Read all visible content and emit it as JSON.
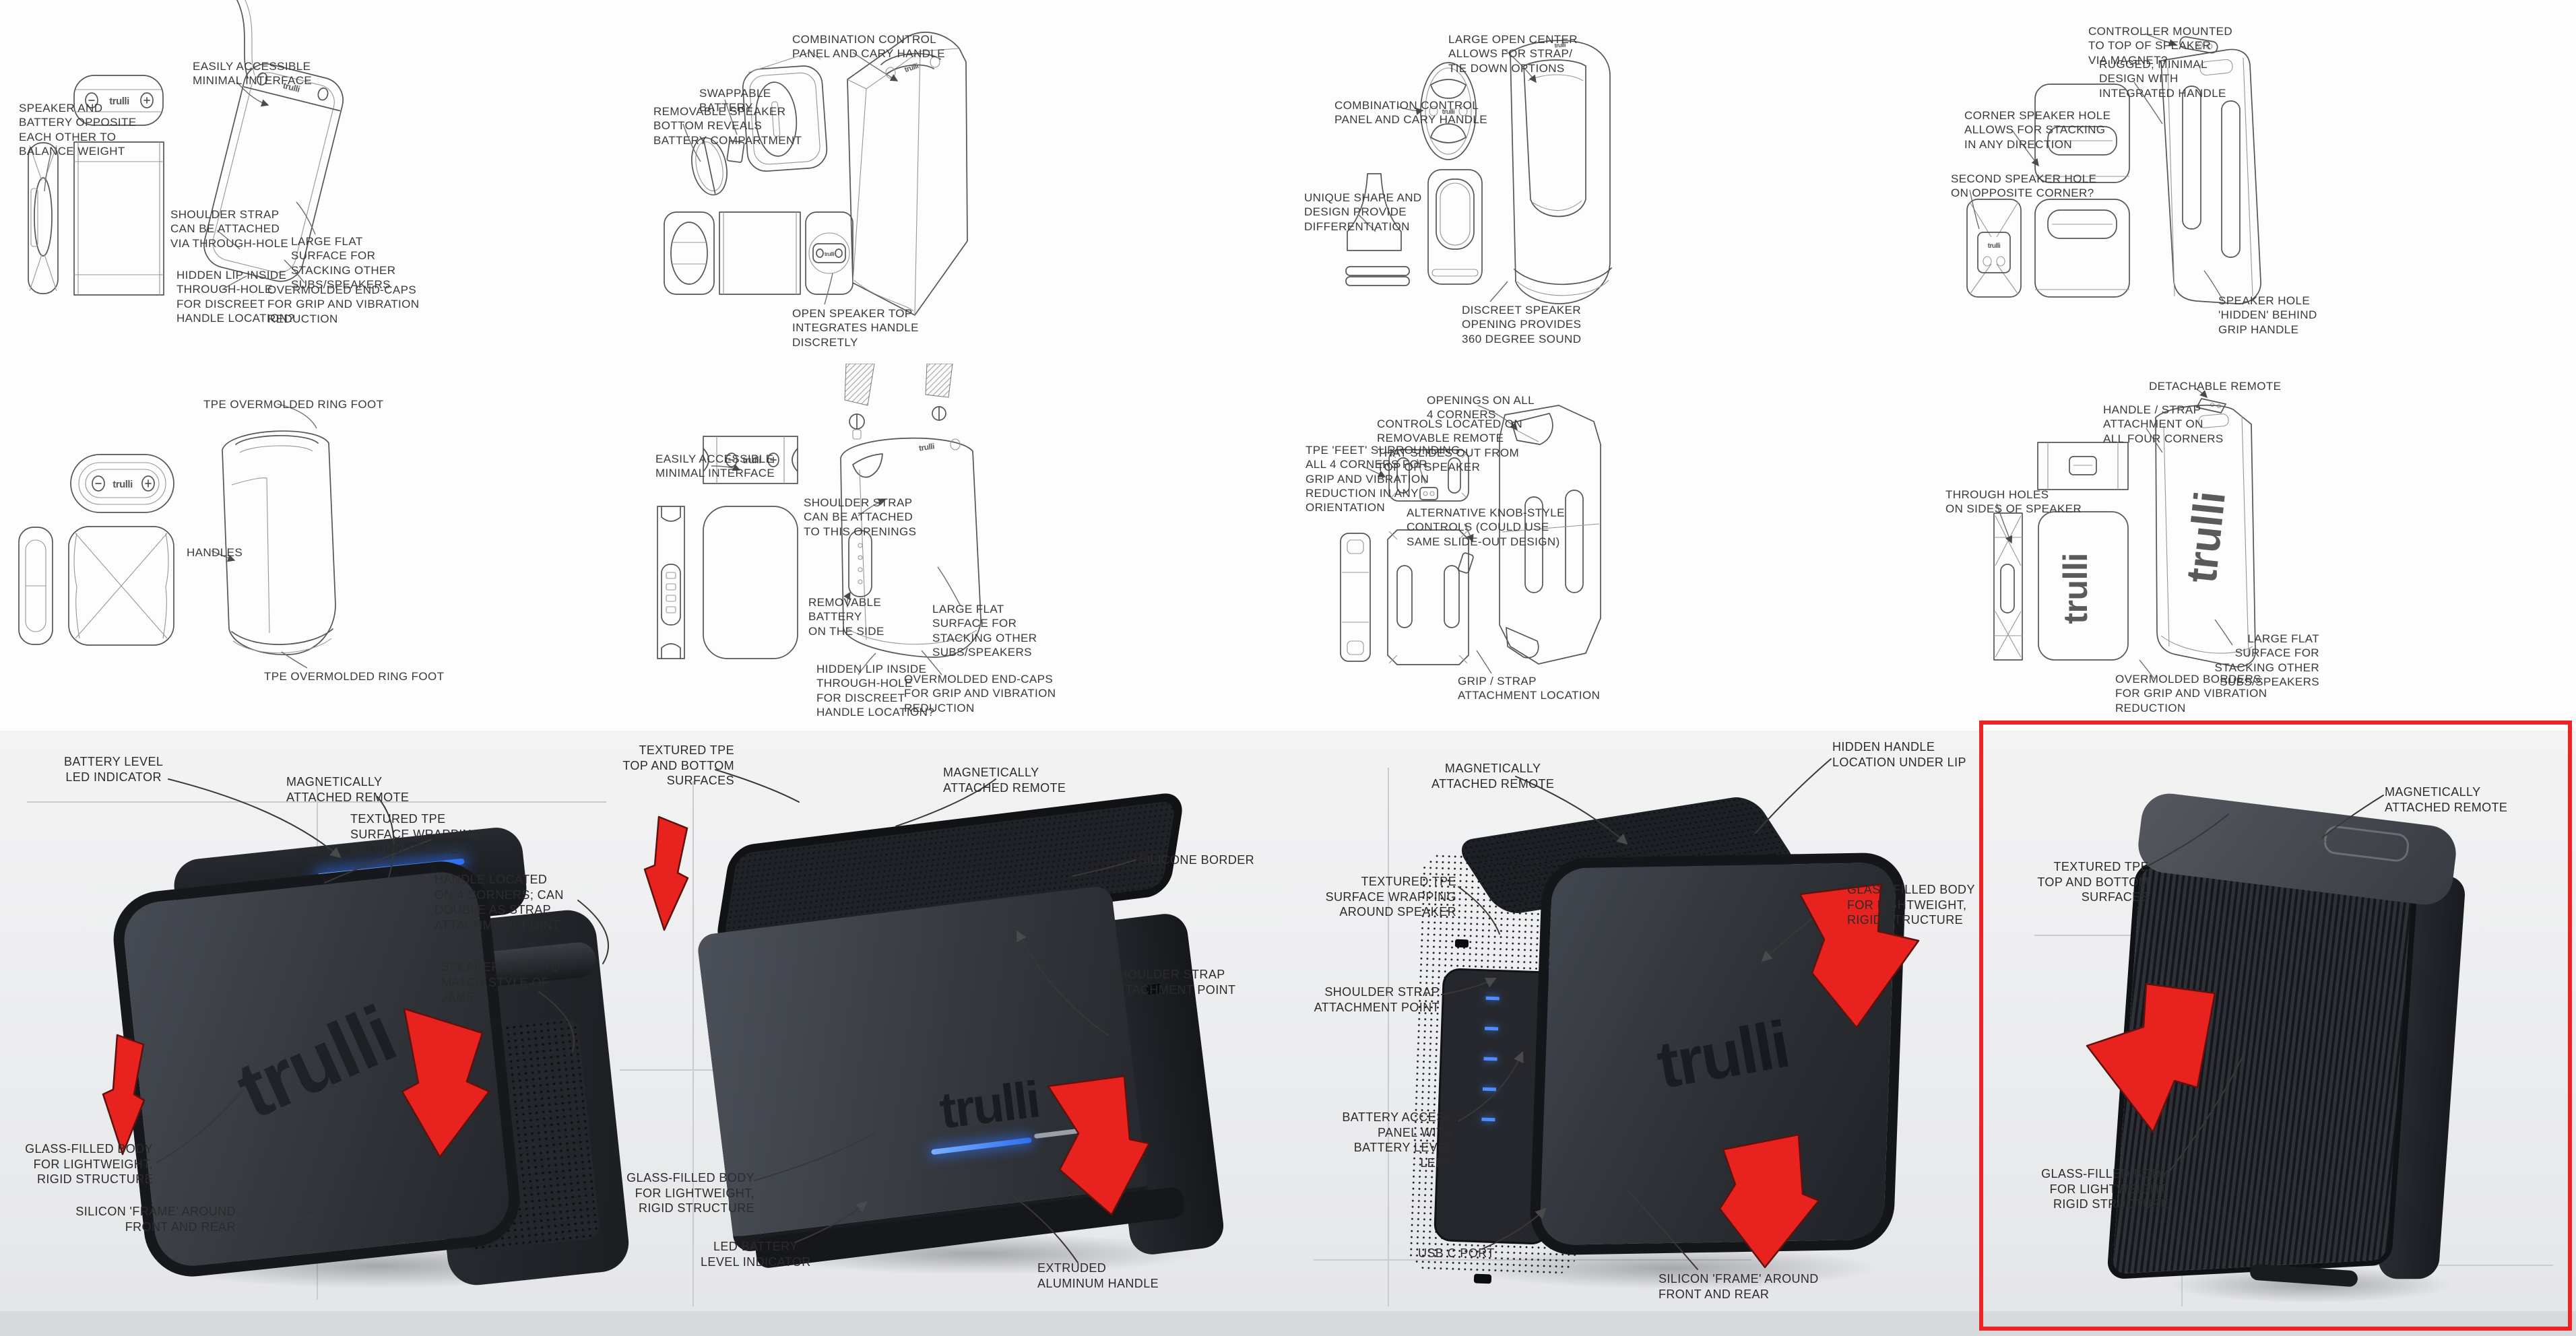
{
  "brand": "trulli",
  "controls": {
    "minus": "−",
    "plus": "+"
  },
  "colors": {
    "arrow_red": "#e8231f",
    "selection_red": "#ee2424",
    "led_blue": "#3b82f6",
    "ink": "#3a3a3a",
    "sketch_line": "#555555",
    "render_bg": "#ececee",
    "body_dark": "#26282d"
  },
  "selection": {
    "selected_render_index": 3
  },
  "sketch_panels": [
    {
      "id": "opposed-driver-battery",
      "annotations": [
        "SPEAKER AND\nBATTERY OPPOSITE\nEACH OTHER TO\nBALANCE WEIGHT",
        "EASILY ACCESSIBLE\nMINIMAL INTERFACE",
        "SHOULDER STRAP\nCAN BE ATTACHED\nVIA THROUGH-HOLE",
        "HIDDEN LIP INSIDE\nTHROUGH-HOLE\nFOR DISCREET\nHANDLE LOCATION?",
        "LARGE FLAT\nSURFACE FOR\nSTACKING OTHER\nSUBS/SPEAKERS",
        "OVERMOLDED END-CAPS\nFOR GRIP AND VIBRATION\nREDUCTION"
      ]
    },
    {
      "id": "swappable-battery",
      "annotations": [
        "SWAPPABLE\nBATTERY",
        "REMOVABLE SPEAKER\nBOTTOM REVEALS\nBATTERY COMPARTMENT",
        "COMBINATION CONTROL\nPANEL AND CARY HANDLE",
        "OPEN SPEAKER TOP\nINTEGRATES HANDLE\nDISCRETLY"
      ]
    },
    {
      "id": "open-center",
      "annotations": [
        "LARGE OPEN CENTER\nALLOWS FOR STRAP/\nTIE DOWN OPTIONS",
        "COMBINATION CONTROL\nPANEL AND CARY HANDLE",
        "UNIQUE SHAPE AND\nDESIGN PROVIDE\nDIFFERENTIATION",
        "DISCREET SPEAKER\nOPENING PROVIDES\n360 DEGREE SOUND"
      ]
    },
    {
      "id": "rugged-tower",
      "annotations": [
        "CONTROLLER MOUNTED\nTO TOP OF SPEAKER\nVIA MAGNET?",
        "RUGGED, MINIMAL\nDESIGN WITH\nINTEGRATED HANDLE",
        "CORNER SPEAKER HOLE\nALLOWS FOR STACKING\nIN ANY DIRECTION",
        "SECOND SPEAKER HOLE\nON OPPOSITE CORNER?",
        "SPEAKER HOLE\n'HIDDEN' BEHIND\nGRIP HANDLE"
      ]
    },
    {
      "id": "ring-foot",
      "annotations": [
        "TPE OVERMOLDED RING FOOT",
        "HANDLES",
        "TPE OVERMOLDED RING FOOT"
      ]
    },
    {
      "id": "strap-openings",
      "annotations": [
        "EASILY ACCESSIBLE\nMINIMAL INTERFACE",
        "SHOULDER STRAP\nCAN BE ATTACHED\nTO THIS OPENINGS",
        "REMOVABLE\nBATTERY\nON THE SIDE",
        "HIDDEN LIP INSIDE\nTHROUGH-HOLE\nFOR DISCREET\nHANDLE LOCATION?",
        "LARGE FLAT\nSURFACE FOR\nSTACKING OTHER\nSUBS/SPEAKERS",
        "OVERMOLDED END-CAPS\nFOR GRIP AND VIBRATION\nREDUCTION"
      ]
    },
    {
      "id": "corner-openings",
      "annotations": [
        "OPENINGS ON ALL\n4 CORNERS",
        "CONTROLS LOCATED ON\nREMOVABLE REMOTE\nTHAT SLIDES OUT FROM\nTOP OF SPEAKER",
        "TPE 'FEET' SURROUNDING\nALL 4 CORNERS FOR\nGRIP AND VIBRATION\nREDUCTION IN ANY\nORIENTATION",
        "ALTERNATIVE KNOB-STYLE\nCONTROLS (COULD USE\nSAME SLIDE-OUT DESIGN)",
        "GRIP / STRAP\nATTACHMENT LOCATION"
      ]
    },
    {
      "id": "detachable-remote",
      "annotations": [
        "DETACHABLE REMOTE",
        "HANDLE / STRAP\nATTACHMENT ON\nALL FOUR CORNERS",
        "THROUGH HOLES\nON SIDES OF SPEAKER",
        "LARGE FLAT\nSURFACE FOR\nSTACKING OTHER\nSUBS/SPEAKERS",
        "OVERMOLDED BORDERS\nFOR GRIP AND VIBRATION\nREDUCTION"
      ]
    }
  ],
  "render_panels": [
    {
      "id": "corner-handle-render",
      "selected": false,
      "annotations": [
        "BATTERY LEVEL\nLED INDICATOR",
        "MAGNETICALLY\nATTACHED REMOTE",
        "TEXTURED TPE\nSURFACE WRAPPING\nAROUND SPEAKER",
        "HANDLE LOCATED\nON 4 CORNERS; CAN\nDOUBLE AS STRAP\nATTACHMENT POINT",
        "SPEAKER GRILL TO\nMATCH STYLE OF\nJAM5",
        "GLASS-FILLED BODY\nFOR LIGHTWEIGHT,\nRIGID STRUCTURE",
        "SILICON 'FRAME' AROUND\nFRONT AND REAR"
      ]
    },
    {
      "id": "aluminum-handle-render",
      "selected": false,
      "annotations": [
        "TEXTURED TPE\nTOP AND BOTTOM\nSURFACES",
        "MAGNETICALLY\nATTACHED REMOTE",
        "SILICONE BORDER",
        "SHOULDER STRAP\nATTACHMENT POINT",
        "GLASS-FILLED BODY\nFOR LIGHTWEIGHT,\nRIGID STRUCTURE",
        "LED BATTERY\nLEVEL INDICATOR",
        "EXTRUDED\nALUMINUM HANDLE"
      ]
    },
    {
      "id": "battery-panel-render",
      "selected": false,
      "annotations": [
        "MAGNETICALLY\nATTACHED REMOTE",
        "HIDDEN HANDLE\nLOCATION UNDER LIP",
        "TEXTURED TPE\nSURFACE WRAPPING\nAROUND SPEAKER",
        "GLASS-FILLED BODY\nFOR LIGHTWEIGHT,\nRIGID STRUCTURE",
        "SHOULDER STRAP\nATTACHMENT POINT",
        "BATTERY ACCESS\nPANEL WITH\nBATTERY LEVEL\nLEDS",
        "USB C PORT",
        "SILICON 'FRAME' AROUND\nFRONT AND REAR"
      ]
    },
    {
      "id": "ribbed-render",
      "selected": true,
      "annotations": [
        "MAGNETICALLY\nATTACHED REMOTE",
        "TEXTURED TPE\nTOP AND BOTTOM\nSURFACES",
        "GLASS-FILLED BODY\nFOR LIGHTWEIGHT,\nRIGID STRUCTURE"
      ]
    }
  ]
}
